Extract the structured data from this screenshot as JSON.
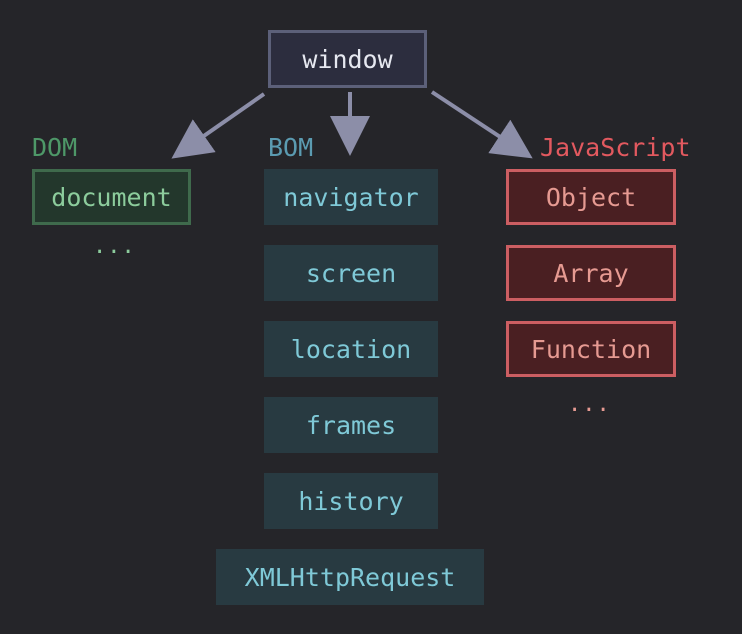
{
  "root": {
    "label": "window"
  },
  "groups": {
    "dom": {
      "title": "DOM",
      "items": [
        "document"
      ],
      "more": "..."
    },
    "bom": {
      "title": "BOM",
      "items": [
        "navigator",
        "screen",
        "location",
        "frames",
        "history",
        "XMLHttpRequest"
      ]
    },
    "js": {
      "title": "JavaScript",
      "items": [
        "Object",
        "Array",
        "Function"
      ],
      "more": "..."
    }
  },
  "colors": {
    "background": "#252529",
    "root": "#5c6079",
    "arrow": "#8c8ea8",
    "dom": "#4e9868",
    "bom": "#7fc9d7",
    "js": "#e2595f"
  }
}
